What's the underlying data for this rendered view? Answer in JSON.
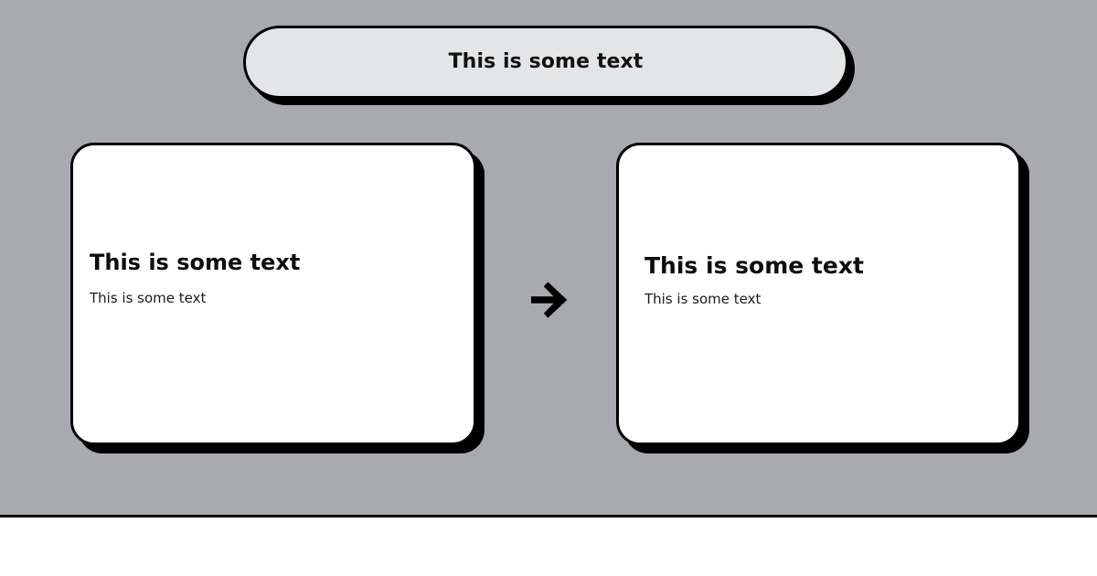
{
  "canvas": {
    "background_color": "#a8aaad",
    "divider_color": "#000000",
    "footer_background_color": "#ffffff"
  },
  "banner": {
    "label": "This is some text",
    "background_color": "#e4e5e7",
    "border_color": "#000000",
    "shadow_color": "#000000",
    "text_color": "#111111"
  },
  "cards": [
    {
      "id": "card-left",
      "title": "This is some text",
      "text": "This is some text",
      "background_color": "#ffffff",
      "border_color": "#000000",
      "shadow_color": "#000000"
    },
    {
      "id": "card-right",
      "title": "This is some text",
      "text": "This is some text",
      "background_color": "#ffffff",
      "border_color": "#000000",
      "shadow_color": "#000000"
    }
  ],
  "connector": {
    "icon": "arrow-right-icon",
    "color": "#000000"
  }
}
